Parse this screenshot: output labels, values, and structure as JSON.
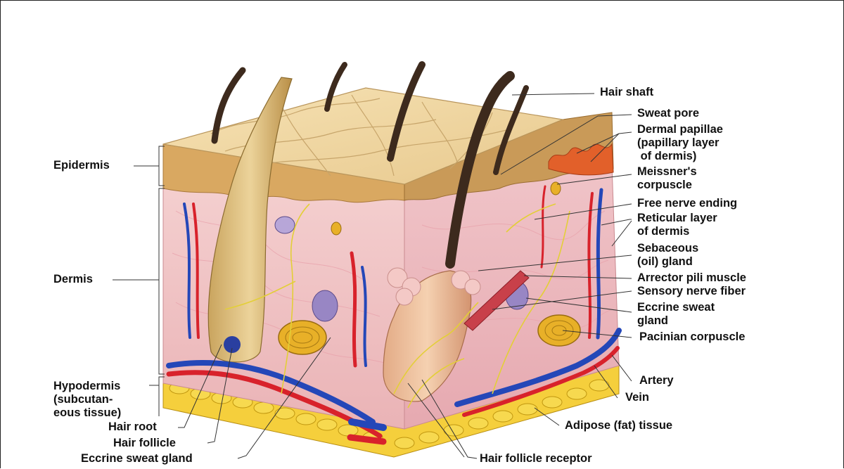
{
  "labels": {
    "epidermis": "Epidermis",
    "dermis": "Dermis",
    "hypodermis": "Hypodermis\n(subcutan-\neous tissue)",
    "hair_root": "Hair root",
    "hair_follicle": "Hair follicle",
    "eccrine_sweat_gland_left": "Eccrine sweat gland",
    "hair_follicle_receptor": "Hair follicle receptor",
    "adipose_tissue": "Adipose (fat) tissue",
    "vein": "Vein",
    "artery": "Artery",
    "pacinian_corpuscle": "Pacinian corpuscle",
    "eccrine_sweat_gland_right": "Eccrine sweat\ngland",
    "sensory_nerve_fiber": "Sensory nerve fiber",
    "arrector_pili_muscle": "Arrector pili muscle",
    "sebaceous_gland": "Sebaceous\n(oil) gland",
    "reticular_layer": "Reticular layer\nof dermis",
    "free_nerve_ending": "Free nerve ending",
    "meissners_corpuscle": "Meissner's\ncorpuscle",
    "dermal_papillae": "Dermal papillae\n(papillary layer\n of dermis)",
    "sweat_pore": "Sweat pore",
    "hair_shaft": "Hair shaft"
  },
  "colors": {
    "epidermis_top": "#f2d9a6",
    "epidermis_side": "#d9a861",
    "dermis": "#f1c3c3",
    "hypodermis_fat": "#f2c832",
    "artery": "#d8222b",
    "vein": "#2447b8",
    "nerve": "#e8d23a",
    "hair": "#4a3526",
    "gland": "#8f7ab8"
  }
}
